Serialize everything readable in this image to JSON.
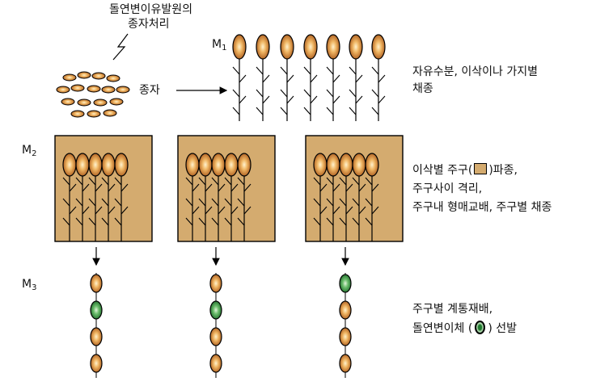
{
  "top_label": [
    "돌연변이유발원의",
    "종자처리"
  ],
  "seed_label": "종자",
  "generations": {
    "m1": {
      "letter": "M",
      "sub": "1"
    },
    "m2": {
      "letter": "M",
      "sub": "2"
    },
    "m3": {
      "letter": "M",
      "sub": "3"
    }
  },
  "m1_note": [
    "자유수분, 이삭이나 가지별",
    "채종"
  ],
  "m2_note": {
    "line1_before": "이삭별 주구(",
    "line1_after": ")파종,",
    "line2": "주구사이 격리,",
    "line3": "주구내 형매교배, 주구별 채종"
  },
  "m3_note": {
    "line1": "주구별 계통재배,",
    "line2_before": "돌연변이체 (",
    "line2_after": ") 선발"
  },
  "m2_plot_count": 3,
  "m2_ears_per_plot": 5,
  "m3_columns": [
    [
      "normal",
      "mutant",
      "normal",
      "normal"
    ],
    [
      "normal",
      "mutant",
      "normal",
      "normal"
    ],
    [
      "mutant",
      "normal",
      "normal",
      "normal"
    ]
  ],
  "colors": {
    "normal_seed": "#c8782a",
    "mutant_seed": "#1f7a2e",
    "plot_fill": "#d4ab6f"
  }
}
